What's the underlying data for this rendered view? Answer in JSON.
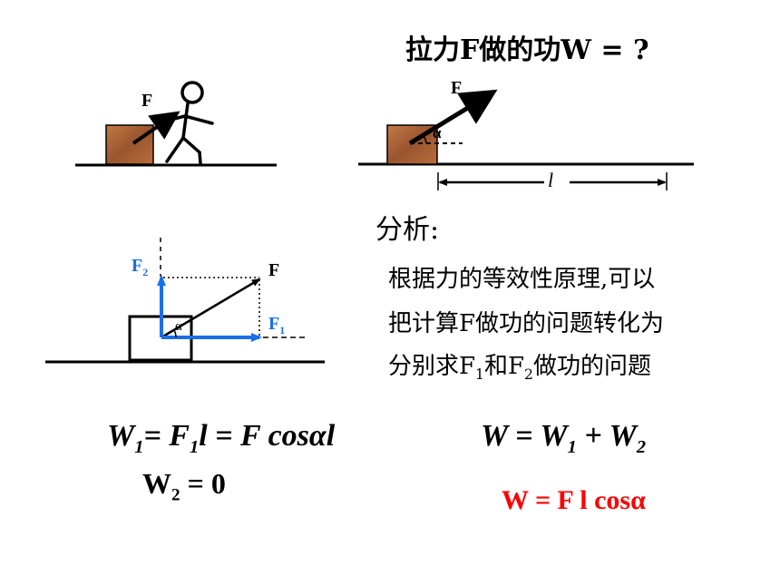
{
  "title": "拉力F做的功W = ?",
  "diagram1": {
    "force_label": "F"
  },
  "diagram2": {
    "force_label": "F",
    "angle_label": "α",
    "distance_label": "l"
  },
  "analysis": {
    "heading": "分析:",
    "line1": "根据力的等效性原理,可以",
    "line2": "把计算F做功的问题转化为",
    "line3_a": "分别求F",
    "line3_sub1": "1",
    "line3_b": "和F",
    "line3_sub2": "2",
    "line3_c": "做功的问题"
  },
  "diagram3": {
    "f_label": "F",
    "f1_label": "F",
    "f1_sub": "1",
    "f2_label": "F",
    "f2_sub": "2",
    "angle_label": "α"
  },
  "equations": {
    "w1": {
      "a": "W",
      "a_sub": "1",
      "b": "= F",
      "b_sub": "1",
      "c": "l = F cosαl"
    },
    "w2": {
      "a": "W",
      "a_sub": "2",
      "b": " = 0"
    },
    "w_sum": {
      "a": "W = W",
      "a_sub": "1",
      "b": " + W",
      "b_sub": "2"
    },
    "w_final": "W = F l cosα"
  },
  "colors": {
    "blue": "#1a6fe8",
    "red": "#ff0000",
    "box_brown": "#b5693a"
  }
}
